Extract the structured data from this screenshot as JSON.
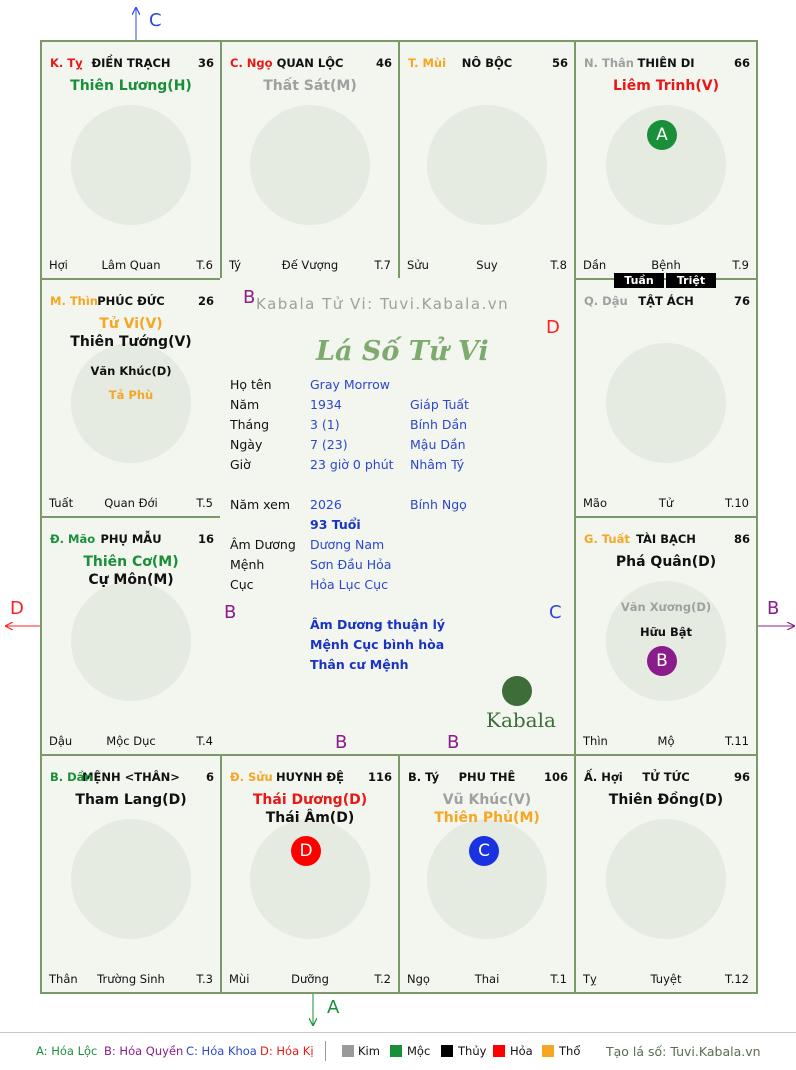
{
  "colors": {
    "kim": "#9a9a9a",
    "moc": "#1a8f3a",
    "thuy": "#000000",
    "hoa": "#ff0000",
    "tho": "#f5a623",
    "green_text": "#1a8f3a",
    "red_text": "#e81818",
    "blue_text": "#2c48c9",
    "purple": "#8b1c8b"
  },
  "cells": [
    {
      "id": "ty",
      "stem": "K. Tỵ",
      "stem_color": "#e81818",
      "name": "ĐIỀN TRẠCH",
      "num": "36",
      "stars": [
        {
          "t": "Thiên Lương(H)",
          "c": "#1a8f3a",
          "big": true
        }
      ],
      "minors": [],
      "bl": "Hợi",
      "bm": "Lâm Quan",
      "br": "T.6"
    },
    {
      "id": "ngo",
      "stem": "C. Ngọ",
      "stem_color": "#e81818",
      "name": "QUAN LỘC",
      "num": "46",
      "stars": [
        {
          "t": "Thất Sát(M)",
          "c": "#a0a0a0",
          "big": true
        }
      ],
      "minors": [],
      "bl": "Tý",
      "bm": "Đế Vượng",
      "br": "T.7"
    },
    {
      "id": "mui",
      "stem": "T. Mùi",
      "stem_color": "#f5a623",
      "name": "NÔ BỘC",
      "num": "56",
      "stars": [],
      "minors": [],
      "bl": "Sửu",
      "bm": "Suy",
      "br": "T.8"
    },
    {
      "id": "than",
      "stem": "N. Thân",
      "stem_color": "#a0a0a0",
      "name": "THIÊN DI",
      "num": "66",
      "stars": [
        {
          "t": "Liêm Trinh(V)",
          "c": "#e81818",
          "big": true
        }
      ],
      "minors": [],
      "bl": "Dần",
      "bm": "Bệnh",
      "br": "T.9"
    },
    {
      "id": "thin",
      "stem": "M. Thìn",
      "stem_color": "#f5a623",
      "name": "PHÚC ĐỨC",
      "num": "26",
      "stars": [
        {
          "t": "Tử Vi(V)",
          "c": "#f5a623",
          "big": true
        },
        {
          "t": "Thiên Tướng(V)",
          "c": "#111111",
          "big": true
        }
      ],
      "minors": [
        {
          "t": "Văn Khúc(D)",
          "c": "#111111"
        },
        {
          "t": "Tả Phù",
          "c": "#f5a623"
        }
      ],
      "bl": "Tuất",
      "bm": "Quan Đới",
      "br": "T.5"
    },
    {
      "id": "dau",
      "stem": "Q. Dậu",
      "stem_color": "#a0a0a0",
      "name": "TẬT ÁCH",
      "num": "76",
      "stars": [],
      "minors": [],
      "bl": "Mão",
      "bm": "Tử",
      "br": "T.10"
    },
    {
      "id": "mao",
      "stem": "Đ. Mão",
      "stem_color": "#1a8f3a",
      "name": "PHỤ MẪU",
      "num": "16",
      "stars": [
        {
          "t": "Thiên Cơ(M)",
          "c": "#1a8f3a",
          "big": true
        },
        {
          "t": "Cự Môn(M)",
          "c": "#111111",
          "big": true
        }
      ],
      "minors": [],
      "bl": "Dậu",
      "bm": "Mộc Dục",
      "br": "T.4"
    },
    {
      "id": "tuat",
      "stem": "G. Tuất",
      "stem_color": "#f5a623",
      "name": "TÀI BẠCH",
      "num": "86",
      "stars": [
        {
          "t": "Phá Quân(D)",
          "c": "#111111",
          "big": true
        }
      ],
      "minors": [
        {
          "t": "Văn Xương(D)",
          "c": "#a0a0a0"
        },
        {
          "t": "Hữu Bật",
          "c": "#111111"
        }
      ],
      "bl": "Thìn",
      "bm": "Mộ",
      "br": "T.11"
    },
    {
      "id": "dan",
      "stem": "B. Dần",
      "stem_color": "#1a8f3a",
      "name": "MỆNH <THÂN>",
      "num": "6",
      "stars": [
        {
          "t": "Tham Lang(D)",
          "c": "#111111",
          "big": true
        }
      ],
      "minors": [],
      "bl": "Thân",
      "bm": "Trường Sinh",
      "br": "T.3"
    },
    {
      "id": "suu",
      "stem": "Đ. Sửu",
      "stem_color": "#f5a623",
      "name": "HUYNH ĐỆ",
      "num": "116",
      "stars": [
        {
          "t": "Thái Dương(D)",
          "c": "#e81818",
          "big": true
        },
        {
          "t": "Thái Âm(D)",
          "c": "#111111",
          "big": true
        }
      ],
      "minors": [],
      "bl": "Mùi",
      "bm": "Dưỡng",
      "br": "T.2"
    },
    {
      "id": "tyy",
      "stem": "B. Tý",
      "stem_color": "#111111",
      "name": "PHU THÊ",
      "num": "106",
      "stars": [
        {
          "t": "Vũ Khúc(V)",
          "c": "#a0a0a0",
          "big": true
        },
        {
          "t": "Thiên Phủ(M)",
          "c": "#f5a623",
          "big": true
        }
      ],
      "minors": [],
      "bl": "Ngọ",
      "bm": "Thai",
      "br": "T.1"
    },
    {
      "id": "hoi",
      "stem": "Ấ. Hợi",
      "stem_color": "#111111",
      "name": "TỬ TỨC",
      "num": "96",
      "stars": [
        {
          "t": "Thiên Đồng(D)",
          "c": "#111111",
          "big": true
        }
      ],
      "minors": [],
      "bl": "Tỵ",
      "bm": "Tuyệt",
      "br": "T.12"
    }
  ],
  "tuan": "Tuần",
  "triet": "Triệt",
  "center": {
    "watermark": "Kabala Tử Vi: Tuvi.Kabala.vn",
    "title": "Lá Số Tử Vi",
    "rows": [
      {
        "l": "Họ tên",
        "v": "Gray Morrow",
        "v2": ""
      },
      {
        "l": "Năm",
        "v": "1934",
        "v2": "Giáp Tuất"
      },
      {
        "l": "Tháng",
        "v": "3  (1)",
        "v2": "Bính Dần"
      },
      {
        "l": "Ngày",
        "v": "7  (23)",
        "v2": "Mậu Dần"
      },
      {
        "l": "Giờ",
        "v": "23 giờ 0 phút",
        "v2": "Nhâm Tý"
      }
    ],
    "namxem_label": "Năm xem",
    "namxem": "2026",
    "namxem_canchi": "Bính Ngọ",
    "tuoi": "93 Tuổi",
    "rows2": [
      {
        "l": "Âm Dương",
        "v": "Dương Nam"
      },
      {
        "l": "Mệnh",
        "v": "Sơn Đầu Hỏa"
      },
      {
        "l": "Cục",
        "v": "Hỏa Lục Cục"
      }
    ],
    "notes": [
      "Âm Dương thuận lý",
      "Mệnh Cục bình hòa",
      "Thân cư Mệnh"
    ],
    "brand": "Kabala"
  },
  "circles": [
    {
      "cell": "than",
      "t": "A",
      "c": "#1a8f3a"
    },
    {
      "cell": "tuat",
      "t": "B",
      "c": "#8b1c8b"
    },
    {
      "cell": "suu",
      "t": "D",
      "c": "#ff0000"
    },
    {
      "cell": "tyy",
      "t": "C",
      "c": "#1a33e0"
    }
  ],
  "arrow_labels": {
    "c_top": "C",
    "d_left": "D",
    "b_right": "B",
    "a_bottom": "A",
    "b1": "B",
    "d1": "D",
    "b2": "B",
    "c1": "C",
    "b3": "B",
    "b4": "B"
  },
  "legend": {
    "a": "A: Hóa Lộc",
    "b": "B: Hóa Quyền",
    "c": "C: Hóa Khoa",
    "d": "D: Hóa Kị",
    "kim": "Kim",
    "moc": "Mộc",
    "thuy": "Thủy",
    "hoa": "Hỏa",
    "tho": "Thổ",
    "site": "Tạo lá số: Tuvi.Kabala.vn"
  }
}
